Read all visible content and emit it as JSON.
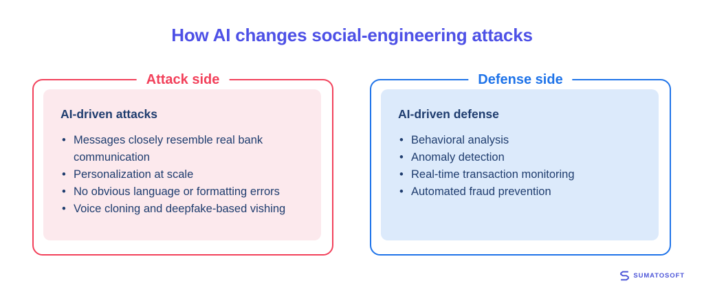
{
  "title": "How AI changes social-engineering attacks",
  "attack": {
    "label": "Attack side",
    "heading": "AI-driven attacks",
    "bullets": [
      "Messages closely resemble real bank communication",
      "Personalization at scale",
      "No obvious language or formatting errors",
      "Voice cloning and deepfake-based vishing"
    ]
  },
  "defense": {
    "label": "Defense side",
    "heading": "AI-driven defense",
    "bullets": [
      "Behavioral analysis",
      "Anomaly detection",
      "Real-time transaction monitoring",
      "Automated fraud prevention"
    ]
  },
  "footer": {
    "brand": "SUMATOSOFT"
  },
  "colors": {
    "title_text": "#4d50e6",
    "attack_accent": "#f2405a",
    "attack_fill": "#fce9ed",
    "defense_accent": "#1e73e9",
    "defense_fill": "#dceafb",
    "body_text": "#1e3c6e",
    "brand": "#4c55d8"
  }
}
